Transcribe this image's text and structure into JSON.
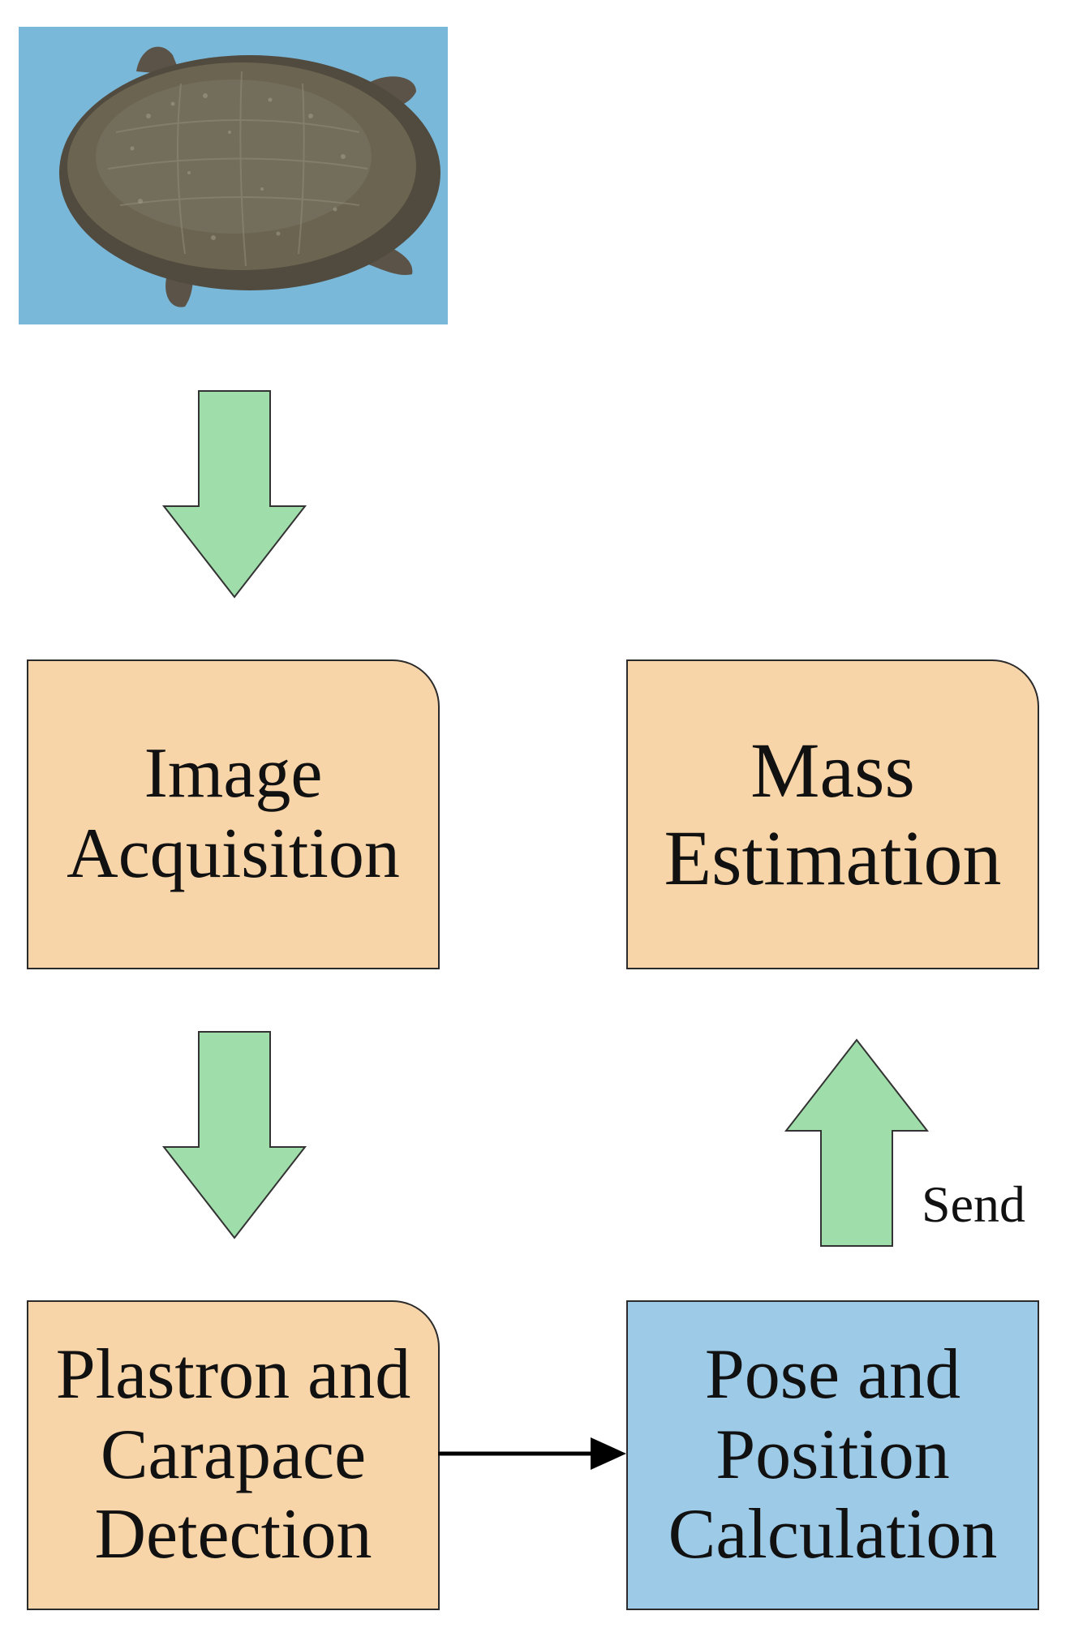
{
  "photo": {
    "subject_icon": "soft-shell-turtle-photo",
    "background_color": "#7ab8da"
  },
  "colors": {
    "arrow_fill": "#9fdeaa",
    "arrow_stroke": "#333333",
    "box_orange": "#f8d5a9",
    "box_blue": "#9ccae7"
  },
  "boxes": {
    "image_acquisition": {
      "line1": "Image",
      "line2": "Acquisition"
    },
    "mass_estimation": {
      "line1": "Mass",
      "line2": "Estimation"
    },
    "plastron_detection": {
      "line1": "Plastron and",
      "line2": "Carapace",
      "line3": "Detection"
    },
    "pose_calculation": {
      "line1": "Pose and",
      "line2": "Position",
      "line3": "Calculation"
    }
  },
  "labels": {
    "send": "Send"
  }
}
